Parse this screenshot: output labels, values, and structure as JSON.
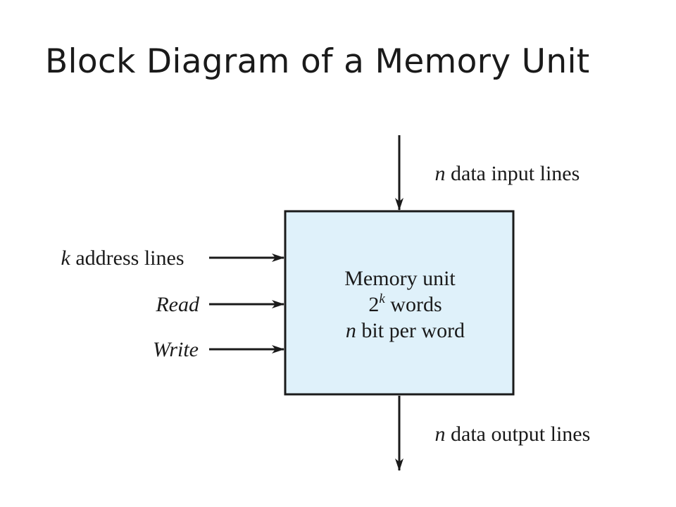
{
  "title": "Block Diagram of a Memory Unit",
  "colors": {
    "box_fill": "#dff1fa",
    "stroke": "#1a1a1a"
  },
  "memory_box": {
    "line1": "Memory unit",
    "line2_base": "2",
    "line2_exp": "k",
    "line2_rest": " words",
    "line3_var": "n",
    "line3_rest": " bit per word"
  },
  "inputs": {
    "data_input": {
      "var": "n",
      "text": " data input lines"
    },
    "address": {
      "var": "k",
      "text": " address lines"
    },
    "read": {
      "text": "Read"
    },
    "write": {
      "text": "Write"
    }
  },
  "outputs": {
    "data_output": {
      "var": "n",
      "text": " data output lines"
    }
  }
}
